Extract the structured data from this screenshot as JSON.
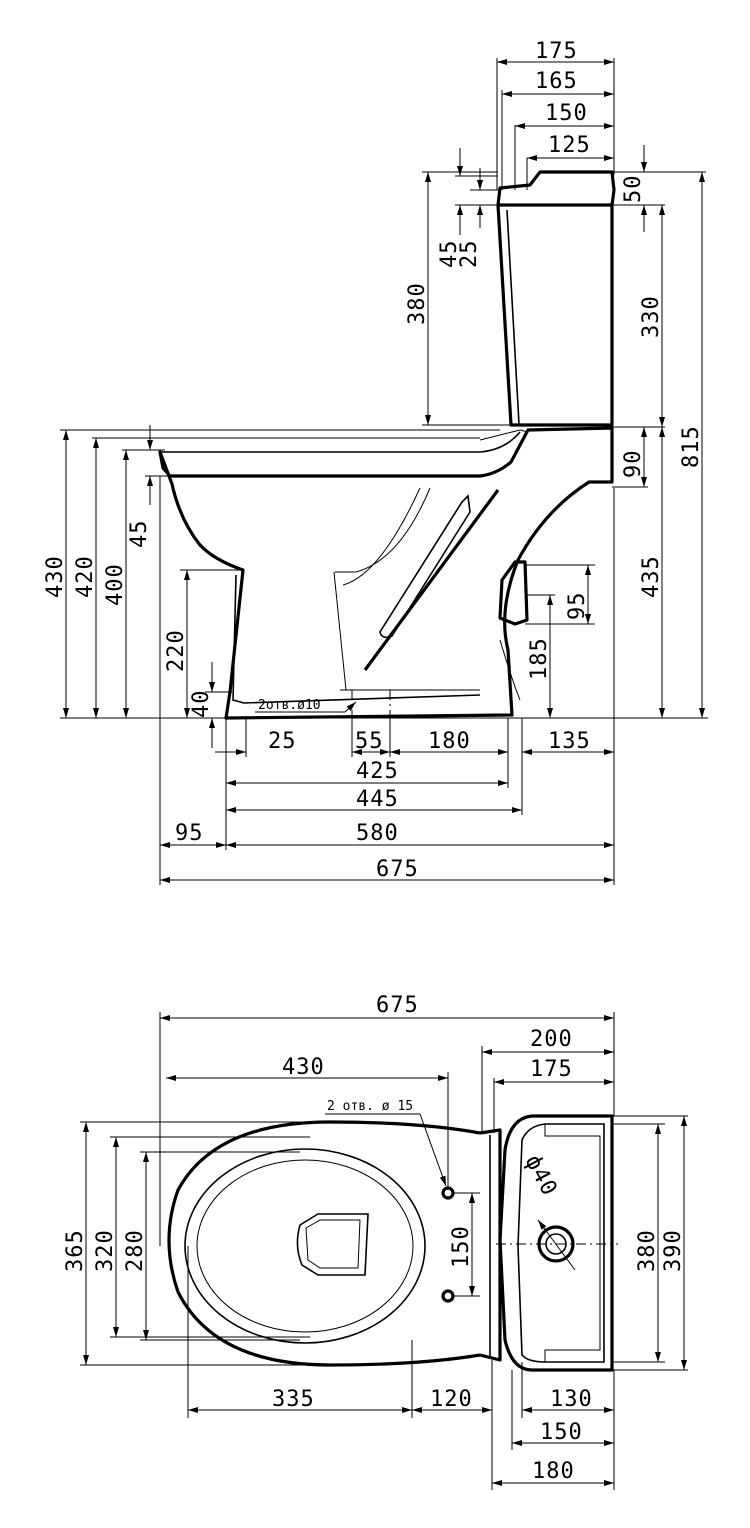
{
  "side_view": {
    "dims": {
      "top_175": "175",
      "top_165": "165",
      "top_150": "150",
      "top_125": "125",
      "tank_lid_50": "50",
      "tank_330": "330",
      "seat_90": "90",
      "rear_435": "435",
      "overall_815": "815",
      "outlet_95": "95",
      "outlet_185": "185",
      "tank_380": "380",
      "lid_45": "45",
      "lid_25": "25",
      "h_430": "430",
      "h_420": "420",
      "h_400": "400",
      "rim_45": "45",
      "foot_220": "220",
      "base_40": "40",
      "b_25": "25",
      "b_55": "55",
      "b_180": "180",
      "b_135": "135",
      "b_425": "425",
      "b_445": "445",
      "b_95": "95",
      "b_580": "580",
      "b_675": "675"
    },
    "note_holes": "2отв.ø10"
  },
  "top_view": {
    "dims": {
      "t_675": "675",
      "t_200": "200",
      "t_430": "430",
      "t_175": "175",
      "w_365": "365",
      "w_320": "320",
      "w_280": "280",
      "holes_150": "150",
      "tank_380": "380",
      "tank_390": "390",
      "bottom_335": "335",
      "bottom_120": "120",
      "bottom_130": "130",
      "bottom_150": "150",
      "bottom_180": "180"
    },
    "note_holes": "2 отв. ø 15",
    "note_outlet": "ф40"
  }
}
